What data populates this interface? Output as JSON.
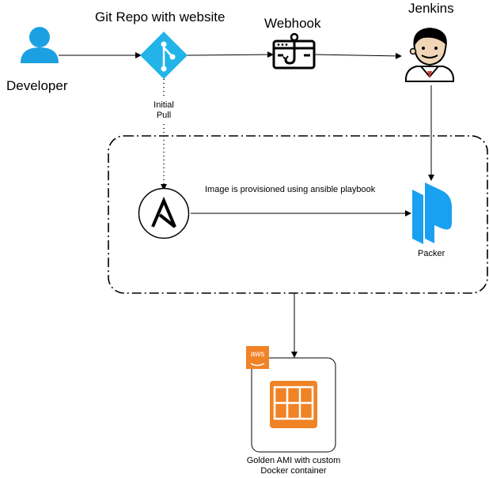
{
  "nodes": {
    "developer": {
      "label": "Developer",
      "icon": "user-icon",
      "color": "#1BA1E2"
    },
    "git_repo": {
      "label": "Git Repo with website",
      "icon": "git-icon",
      "color": "#22B4E8"
    },
    "webhook": {
      "label": "Webhook",
      "icon": "webhook-icon"
    },
    "jenkins": {
      "label": "Jenkins",
      "icon": "jenkins-icon"
    },
    "ansible": {
      "icon": "ansible-icon"
    },
    "packer": {
      "label": "Packer",
      "icon": "packer-icon",
      "color": "#1AA0F0"
    },
    "golden_ami": {
      "line1": "Golden AMI with custom",
      "line2": "Docker container",
      "icon": "aws-container-icon",
      "color": "#F08326"
    },
    "aws_badge": {
      "label": "aws"
    }
  },
  "edges": {
    "initial_pull_line1": "Initial",
    "initial_pull_line2": "Pull",
    "provision": "Image is provisioned using ansible playbook"
  }
}
